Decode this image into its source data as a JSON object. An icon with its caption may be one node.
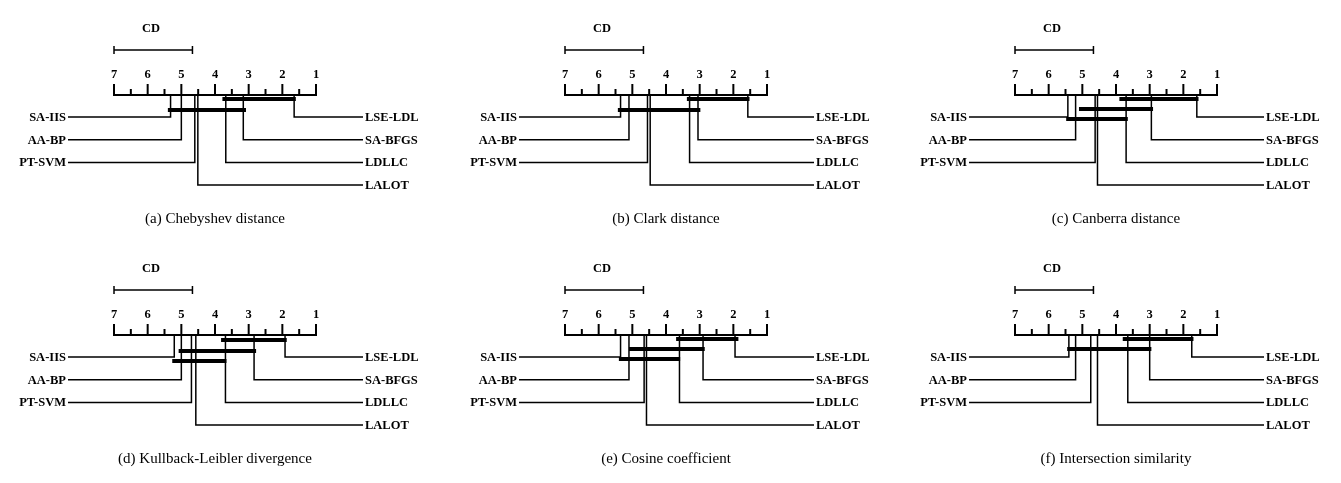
{
  "diagram": {
    "nodes": [
      {
        "text": [
          "SA-IIS"
        ]
      },
      {
        "text": [
          "LSE-LDL"
        ]
      },
      {
        "text": [
          "AA-BP"
        ]
      },
      {
        "text": [
          "SA-BFGS"
        ]
      },
      {
        "text": [
          "PT-SVM"
        ]
      },
      {
        "text": [
          "LDLLC"
        ]
      },
      {
        "text": [
          "LALOT"
        ]
      },
      {
        "text": [
          "SA-IIS"
        ]
      },
      {
        "text": [
          "LSE-LDL"
        ]
      },
      {
        "text": [
          "AA-BP"
        ]
      },
      {
        "text": [
          "SA-BFGS"
        ]
      },
      {
        "text": [
          "PT-SVM"
        ]
      },
      {
        "text": [
          "LDLLC"
        ]
      },
      {
        "text": [
          "LALOT"
        ]
      },
      {
        "text": [
          "SA-IIS"
        ]
      },
      {
        "text": [
          "LSE-LDL"
        ]
      },
      {
        "text": [
          "AA-BP"
        ]
      },
      {
        "text": [
          "SA-BFGS"
        ]
      },
      {
        "text": [
          "PT-SVM"
        ]
      },
      {
        "text": [
          "LDLLC"
        ]
      },
      {
        "text": [
          "LALOT"
        ]
      },
      {
        "text": [
          "SA-IIS"
        ]
      },
      {
        "text": [
          "LSE-LDL"
        ]
      },
      {
        "text": [
          "AA-BP"
        ]
      },
      {
        "text": [
          "SA-BFGS"
        ]
      },
      {
        "text": [
          "PT-SVM"
        ]
      },
      {
        "text": [
          "LDLLC"
        ]
      },
      {
        "text": [
          "LALOT"
        ]
      },
      {
        "text": [
          "SA-IIS"
        ]
      },
      {
        "text": [
          "LSE-LDL"
        ]
      },
      {
        "text": [
          "AA-BP"
        ]
      },
      {
        "text": [
          "SA-BFGS"
        ]
      },
      {
        "text": [
          "PT-SVM"
        ]
      },
      {
        "text": [
          "LDLLC"
        ]
      },
      {
        "text": [
          "LALOT"
        ]
      },
      {
        "text": [
          "SA-IIS"
        ]
      },
      {
        "text": [
          "LSE-LDL"
        ]
      },
      {
        "text": [
          "AA-BP"
        ]
      },
      {
        "text": [
          "SA-BFGS"
        ]
      },
      {
        "text": [
          "PT-SVM"
        ]
      },
      {
        "text": [
          "LDLLC"
        ]
      },
      {
        "text": [
          "LALOT"
        ]
      }
    ],
    "edges": [
      {
        "from": 0,
        "to": null,
        "arrow": "none"
      },
      {
        "from": 1,
        "to": null,
        "arrow": "none"
      },
      {
        "from": 2,
        "to": null,
        "arrow": "none"
      },
      {
        "from": 3,
        "to": null,
        "arrow": "none"
      },
      {
        "from": 4,
        "to": null,
        "arrow": "none"
      },
      {
        "from": 5,
        "to": null,
        "arrow": "none"
      },
      {
        "from": 6,
        "to": null,
        "arrow": "none"
      },
      {
        "from": 7,
        "to": null,
        "arrow": "none"
      },
      {
        "from": 8,
        "to": null,
        "arrow": "none"
      },
      {
        "from": 9,
        "to": null,
        "arrow": "none"
      },
      {
        "from": 10,
        "to": null,
        "arrow": "none"
      },
      {
        "from": 11,
        "to": null,
        "arrow": "none"
      },
      {
        "from": 12,
        "to": null,
        "arrow": "none"
      },
      {
        "from": 13,
        "to": null,
        "arrow": "none"
      },
      {
        "from": 14,
        "to": null,
        "arrow": "none"
      },
      {
        "from": 15,
        "to": null,
        "arrow": "none"
      },
      {
        "from": 16,
        "to": null,
        "arrow": "none"
      },
      {
        "from": 17,
        "to": null,
        "arrow": "none"
      },
      {
        "from": 18,
        "to": null,
        "arrow": "none"
      },
      {
        "from": 19,
        "to": null,
        "arrow": "none"
      },
      {
        "from": 20,
        "to": null,
        "arrow": "none"
      },
      {
        "from": 21,
        "to": null,
        "arrow": "none"
      },
      {
        "from": 22,
        "to": null,
        "arrow": "none"
      },
      {
        "from": 23,
        "to": null,
        "arrow": "none"
      },
      {
        "from": 24,
        "to": null,
        "arrow": "none"
      },
      {
        "from": 25,
        "to": null,
        "arrow": "none"
      },
      {
        "from": 26,
        "to": null,
        "arrow": "none"
      },
      {
        "from": 27,
        "to": null,
        "arrow": "none"
      },
      {
        "from": 28,
        "to": null,
        "arrow": "none"
      },
      {
        "from": 29,
        "to": null,
        "arrow": "none"
      },
      {
        "from": 30,
        "to": null,
        "arrow": "none"
      },
      {
        "from": 31,
        "to": null,
        "arrow": "none"
      },
      {
        "from": 32,
        "to": null,
        "arrow": "none"
      },
      {
        "from": 33,
        "to": null,
        "arrow": "none"
      },
      {
        "from": 34,
        "to": null,
        "arrow": "none"
      },
      {
        "from": 35,
        "to": null,
        "arrow": "none"
      },
      {
        "from": 36,
        "to": null,
        "arrow": "none"
      },
      {
        "from": 37,
        "to": null,
        "arrow": "none"
      },
      {
        "from": 38,
        "to": null,
        "arrow": "none"
      },
      {
        "from": 39,
        "to": null,
        "arrow": "none"
      },
      {
        "from": 40,
        "to": null,
        "arrow": "none"
      },
      {
        "from": 41,
        "to": null,
        "arrow": "none"
      }
    ],
    "labels": [
      "CD",
      "7",
      "6",
      "5",
      "4",
      "3",
      "2",
      "1",
      "(a) Chebyshev distance",
      "CD",
      "7",
      "6",
      "5",
      "4",
      "3",
      "2",
      "1",
      "(b) Clark distance",
      "CD",
      "7",
      "6",
      "5",
      "4",
      "3",
      "2",
      "1",
      "(c) Canberra distance",
      "CD",
      "7",
      "6",
      "5",
      "4",
      "3",
      "2",
      "1",
      "(d) Kullback-Leibler divergence",
      "CD",
      "7",
      "6",
      "5",
      "4",
      "3",
      "2",
      "1",
      "(e) Cosine coefficient",
      "CD",
      "7",
      "6",
      "5",
      "4",
      "3",
      "2",
      "1",
      "(f) Intersection similarity"
    ]
  }
}
